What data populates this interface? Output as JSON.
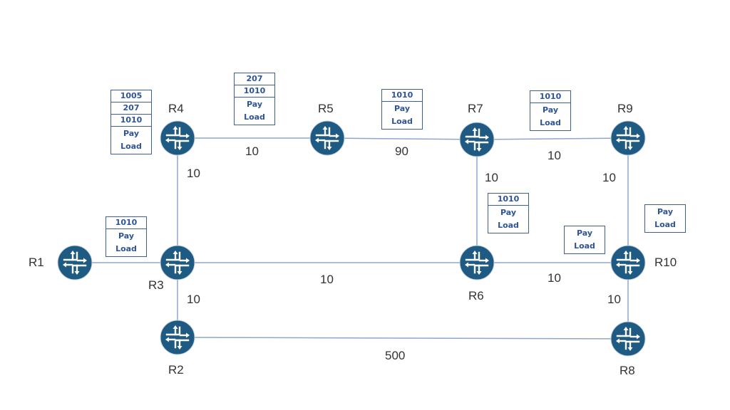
{
  "diagram": {
    "type": "network-topology",
    "colors": {
      "router_fill": "#1f5a82",
      "router_arrows": "#ffffff",
      "link": "#8ea6d0",
      "packet_border": "#3d5f94",
      "packet_text": "#2f5496",
      "text": "#333333"
    },
    "routers": [
      {
        "id": "R1",
        "label": "R1"
      },
      {
        "id": "R2",
        "label": "R2"
      },
      {
        "id": "R3",
        "label": "R3"
      },
      {
        "id": "R4",
        "label": "R4"
      },
      {
        "id": "R5",
        "label": "R5"
      },
      {
        "id": "R6",
        "label": "R6"
      },
      {
        "id": "R7",
        "label": "R7"
      },
      {
        "id": "R8",
        "label": "R8"
      },
      {
        "id": "R9",
        "label": "R9"
      },
      {
        "id": "R10",
        "label": "R10"
      }
    ],
    "links": [
      {
        "from": "R1",
        "to": "R3",
        "metric": ""
      },
      {
        "from": "R3",
        "to": "R4",
        "metric": "10"
      },
      {
        "from": "R4",
        "to": "R5",
        "metric": "10"
      },
      {
        "from": "R5",
        "to": "R7",
        "metric": "90"
      },
      {
        "from": "R7",
        "to": "R9",
        "metric": "10"
      },
      {
        "from": "R7",
        "to": "R6",
        "metric": "10"
      },
      {
        "from": "R9",
        "to": "R10",
        "metric": "10"
      },
      {
        "from": "R3",
        "to": "R6",
        "metric": "10"
      },
      {
        "from": "R6",
        "to": "R10",
        "metric": "10"
      },
      {
        "from": "R3",
        "to": "R2",
        "metric": "10"
      },
      {
        "from": "R10",
        "to": "R8",
        "metric": "10"
      },
      {
        "from": "R2",
        "to": "R8",
        "metric": "500"
      }
    ],
    "packets": [
      {
        "id": "pkt-r1-r3",
        "labels": [
          "1010"
        ],
        "payload": [
          "Pay",
          "Load"
        ]
      },
      {
        "id": "pkt-r3-r4",
        "labels": [
          "1005",
          "207",
          "1010"
        ],
        "payload": [
          "Pay",
          "Load"
        ]
      },
      {
        "id": "pkt-r4-r5",
        "labels": [
          "207",
          "1010"
        ],
        "payload": [
          "Pay",
          "Load"
        ]
      },
      {
        "id": "pkt-r5-r7",
        "labels": [
          "1010"
        ],
        "payload": [
          "Pay",
          "Load"
        ]
      },
      {
        "id": "pkt-r7-r9",
        "labels": [
          "1010"
        ],
        "payload": [
          "Pay",
          "Load"
        ]
      },
      {
        "id": "pkt-r7-r6",
        "labels": [
          "1010"
        ],
        "payload": [
          "Pay",
          "Load"
        ]
      },
      {
        "id": "pkt-r6-r10",
        "labels": [],
        "payload": [
          "Pay",
          "Load"
        ]
      },
      {
        "id": "pkt-r9-r10",
        "labels": [],
        "payload": [
          "Pay",
          "Load"
        ]
      }
    ]
  }
}
